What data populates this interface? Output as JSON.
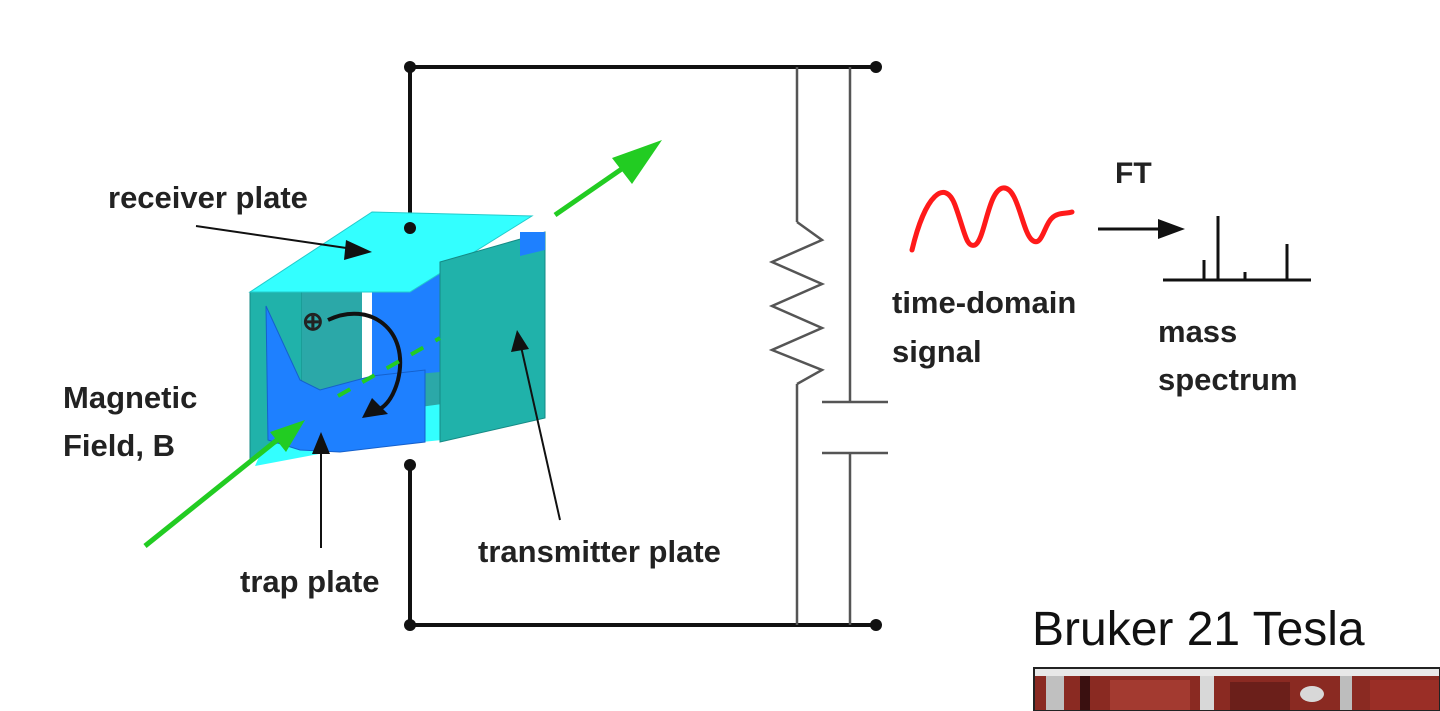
{
  "labels": {
    "receiver": "receiver plate",
    "magnetic_line1": "Magnetic",
    "magnetic_line2": "Field, B",
    "trap": "trap plate",
    "transmitter": "transmitter plate",
    "ion_symbol": "⊕",
    "ft": "FT",
    "time_domain_line1": "time-domain",
    "time_domain_line2": "signal",
    "mass_line1": "mass",
    "mass_line2": "spectrum",
    "bruker": "Bruker 21 Tesla"
  },
  "colors": {
    "plate_light": "#33ffff",
    "plate_teal": "#20b2aa",
    "plate_blue": "#1e80ff",
    "arrow_green": "#22cc22",
    "signal_red": "#ff1a1a",
    "wire": "#111111",
    "circuit_gray": "#555555"
  },
  "photo": {
    "description_icon": "magnet-photo"
  }
}
